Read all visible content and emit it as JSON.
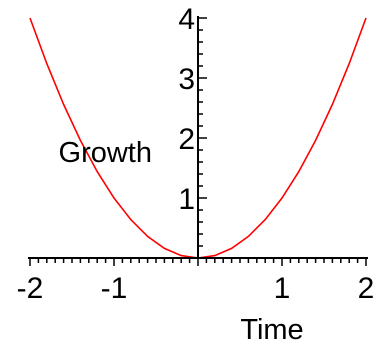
{
  "chart_data": {
    "type": "line",
    "xlabel": "Time",
    "ylabel": "Growth",
    "xlim": [
      -2,
      2
    ],
    "ylim": [
      0,
      4
    ],
    "x_ticks": [
      {
        "value": -2,
        "label": "-2"
      },
      {
        "value": -1,
        "label": "-1"
      },
      {
        "value": 1,
        "label": "1"
      },
      {
        "value": 2,
        "label": "2"
      }
    ],
    "y_ticks": [
      {
        "value": 1,
        "label": "1"
      },
      {
        "value": 2,
        "label": "2"
      },
      {
        "value": 3,
        "label": "3"
      },
      {
        "value": 4,
        "label": "4"
      }
    ],
    "minor_tick_step_x": 0.1,
    "minor_tick_step_y": 0.2,
    "series": [
      {
        "color": "#ff0000",
        "x": [
          -2,
          -1.8,
          -1.6,
          -1.4,
          -1.2,
          -1,
          -0.8,
          -0.6,
          -0.4,
          -0.2,
          0,
          0.2,
          0.4,
          0.6,
          0.8,
          1,
          1.2,
          1.4,
          1.6,
          1.8,
          2
        ],
        "y": [
          4,
          3.24,
          2.56,
          1.96,
          1.44,
          1,
          0.64,
          0.36,
          0.16,
          0.04,
          0,
          0.04,
          0.16,
          0.36,
          0.64,
          1,
          1.44,
          1.96,
          2.56,
          3.24,
          4
        ]
      }
    ],
    "grid": false,
    "legend": "none"
  }
}
